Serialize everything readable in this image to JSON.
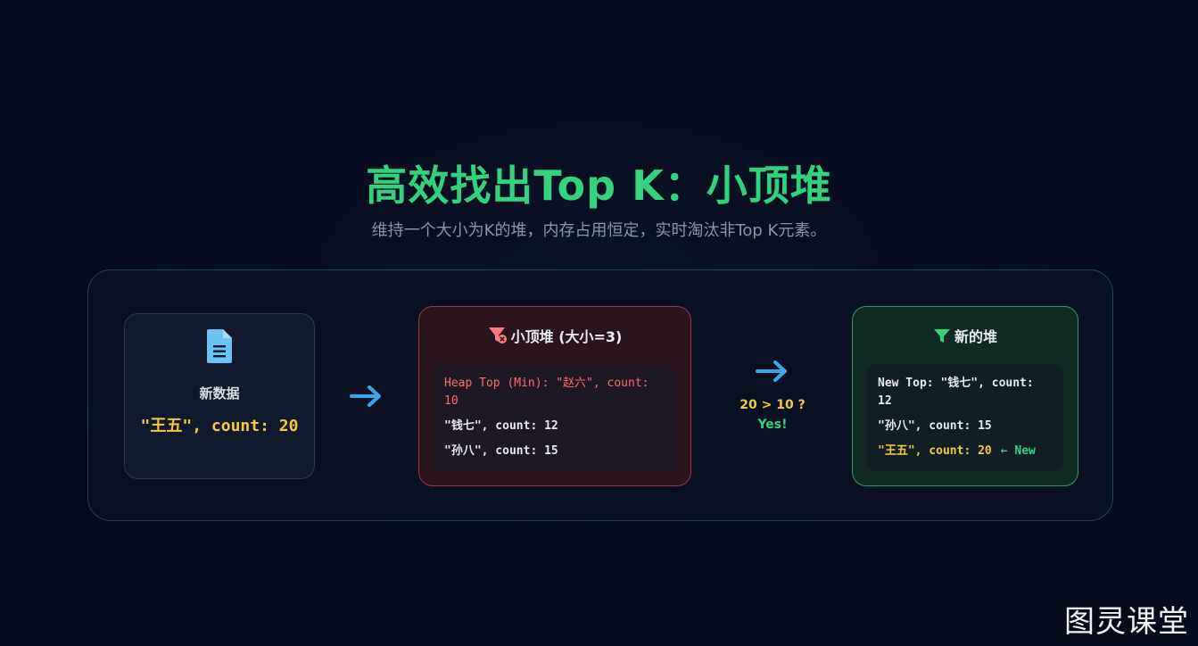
{
  "title": "高效找出Top K：小顶堆",
  "subtitle": "维持一个大小为K的堆，内存占用恒定，实时淘汰非Top K元素。",
  "input_card": {
    "icon": "document-icon",
    "label": "新数据",
    "value": "\"王五\", count: 20"
  },
  "heap_card": {
    "icon": "filter-x-icon",
    "title": "小顶堆 (大小=3)",
    "rows": [
      "Heap Top (Min): \"赵六\", count: 10",
      "\"钱七\", count: 12",
      "\"孙八\", count: 15"
    ]
  },
  "compare": {
    "expression": "20 > 10 ?",
    "answer": "Yes!"
  },
  "new_card": {
    "icon": "filter-icon",
    "title": "新的堆",
    "rows": [
      "New Top: \"钱七\", count: 12",
      "\"孙八\", count: 15",
      "\"王五\", count: 20"
    ],
    "new_tag": "← New"
  },
  "watermark": "图灵课堂",
  "colors": {
    "accent_green": "#34d27f",
    "accent_yellow": "#f5c842",
    "accent_red": "#ff6b6b",
    "arrow_blue": "#3aa8e8",
    "icon_blue": "#6ec1f5"
  }
}
